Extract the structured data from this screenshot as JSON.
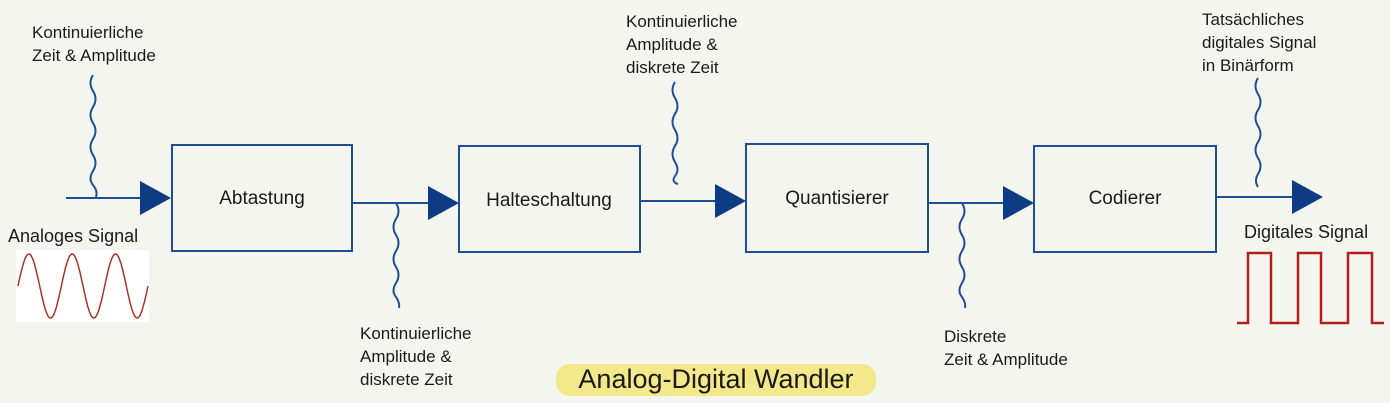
{
  "title": "Analog-Digital Wandler",
  "colors": {
    "block_border": "#1f4e96",
    "line": "#1f4e96",
    "arrow": "#0d3b84",
    "analog_wave": "#a8342a",
    "digital_wave": "#b01e1e",
    "title_highlight": "#f3e98a",
    "background": "#f5f5f0"
  },
  "blocks": [
    {
      "label": "Abtastung"
    },
    {
      "label": "Halteschaltung"
    },
    {
      "label": "Quantisierer"
    },
    {
      "label": "Codierer"
    }
  ],
  "signals": {
    "input_label": "Analoges Signal",
    "output_label": "Digitales Signal"
  },
  "annotations": [
    {
      "lines": [
        "Kontinuierliche",
        "Zeit & Amplitude"
      ]
    },
    {
      "lines": [
        "Kontinuierliche",
        "Amplitude &",
        "diskrete Zeit"
      ]
    },
    {
      "lines": [
        "Kontinuierliche",
        "Amplitude &",
        "diskrete Zeit"
      ]
    },
    {
      "lines": [
        "Diskrete",
        "Zeit & Amplitude"
      ]
    },
    {
      "lines": [
        "Tatsächliches",
        "digitales Signal",
        "in Binärform"
      ]
    }
  ]
}
